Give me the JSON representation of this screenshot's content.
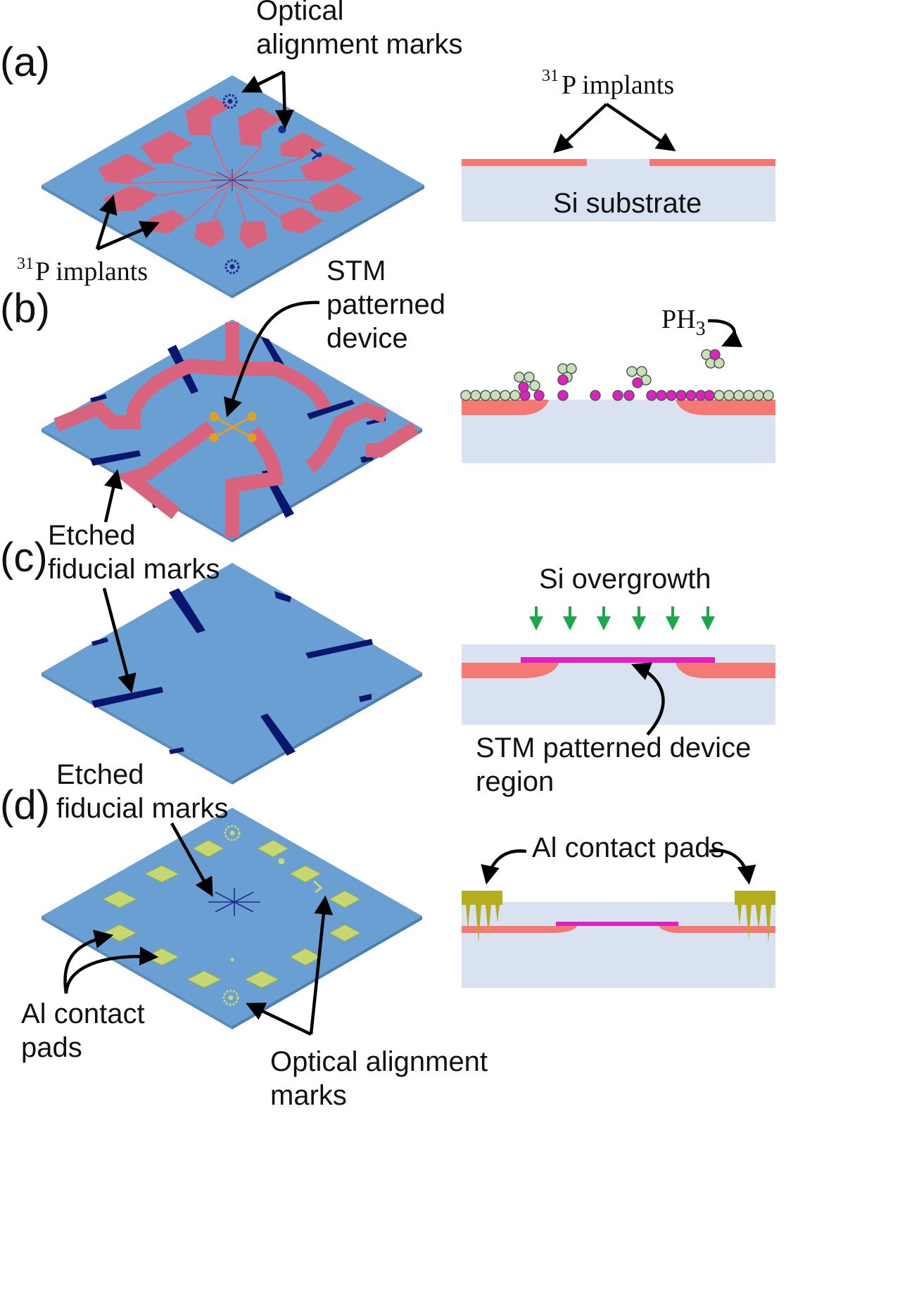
{
  "panels": {
    "a": "(a)",
    "b": "(b)",
    "c": "(c)",
    "d": "(d)"
  },
  "labels": {
    "optical_alignment_marks_line1": "Optical",
    "optical_alignment_marks_line2": "alignment marks",
    "p_implants_left_sup": "31",
    "p_implants_left_text": "P implants",
    "p_implants_right_sup": "31",
    "p_implants_right_text": "P implants",
    "si_substrate": "Si substrate",
    "stm_line1": "STM",
    "stm_line2": "patterned",
    "stm_line3": "device",
    "ph3_main": "PH",
    "ph3_sub": "3",
    "etched_line1": "Etched",
    "etched_line2": "fiducial marks",
    "si_overgrowth": "Si overgrowth",
    "stm_region_line1": "STM patterned device",
    "stm_region_line2": "region",
    "etched_d_line1": "Etched",
    "etched_d_line2": "fiducial marks",
    "al_pads_right": "Al contact pads",
    "al_pads_left_line1": "Al contact",
    "al_pads_left_line2": "pads",
    "optical_d_line1": "Optical alignment",
    "optical_d_line2": "marks"
  },
  "colors": {
    "substrate_top": "#6a9fd4",
    "substrate_edge": "#5a8cbd",
    "implant": "#d9637d",
    "etched_mark": "#08166e",
    "cross_section_si": "#d8e2f0",
    "implant_layer": "#f47874",
    "phosphorus_atom": "#e020c0",
    "hydrogen_atom": "#c8e0b8",
    "device_layer": "#e020c0",
    "al_pad": "#b5ad1e",
    "al_pad_top": "#c8d870",
    "overgrowth_arrow": "#1aa84a"
  }
}
